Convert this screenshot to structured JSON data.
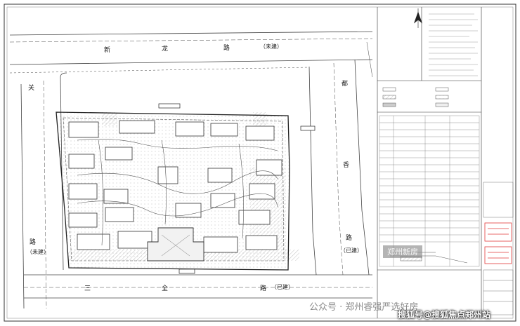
{
  "roads": {
    "xinlong": {
      "c1": "新",
      "c2": "龙",
      "c3": "路",
      "status": "（未建）"
    },
    "guan": {
      "c1": "关",
      "c2": "路",
      "status": "（未建）"
    },
    "du": {
      "c1": "都",
      "c2": "香",
      "c3": "路",
      "status": "（已建）"
    },
    "sanquan": {
      "c1": "三",
      "c2": "全",
      "c3": "路",
      "status": "（已建）"
    }
  },
  "watermarks": {
    "left": "公众号 · 郑州睿强严选好房",
    "right": "搜狐号@搜狐焦点郑州站",
    "strip": "郑州新房"
  },
  "colors": {
    "line": "#333333",
    "hatch_fill": "#d9d9d9",
    "stamp_red": "#e23a3a",
    "background": "#ffffff"
  }
}
